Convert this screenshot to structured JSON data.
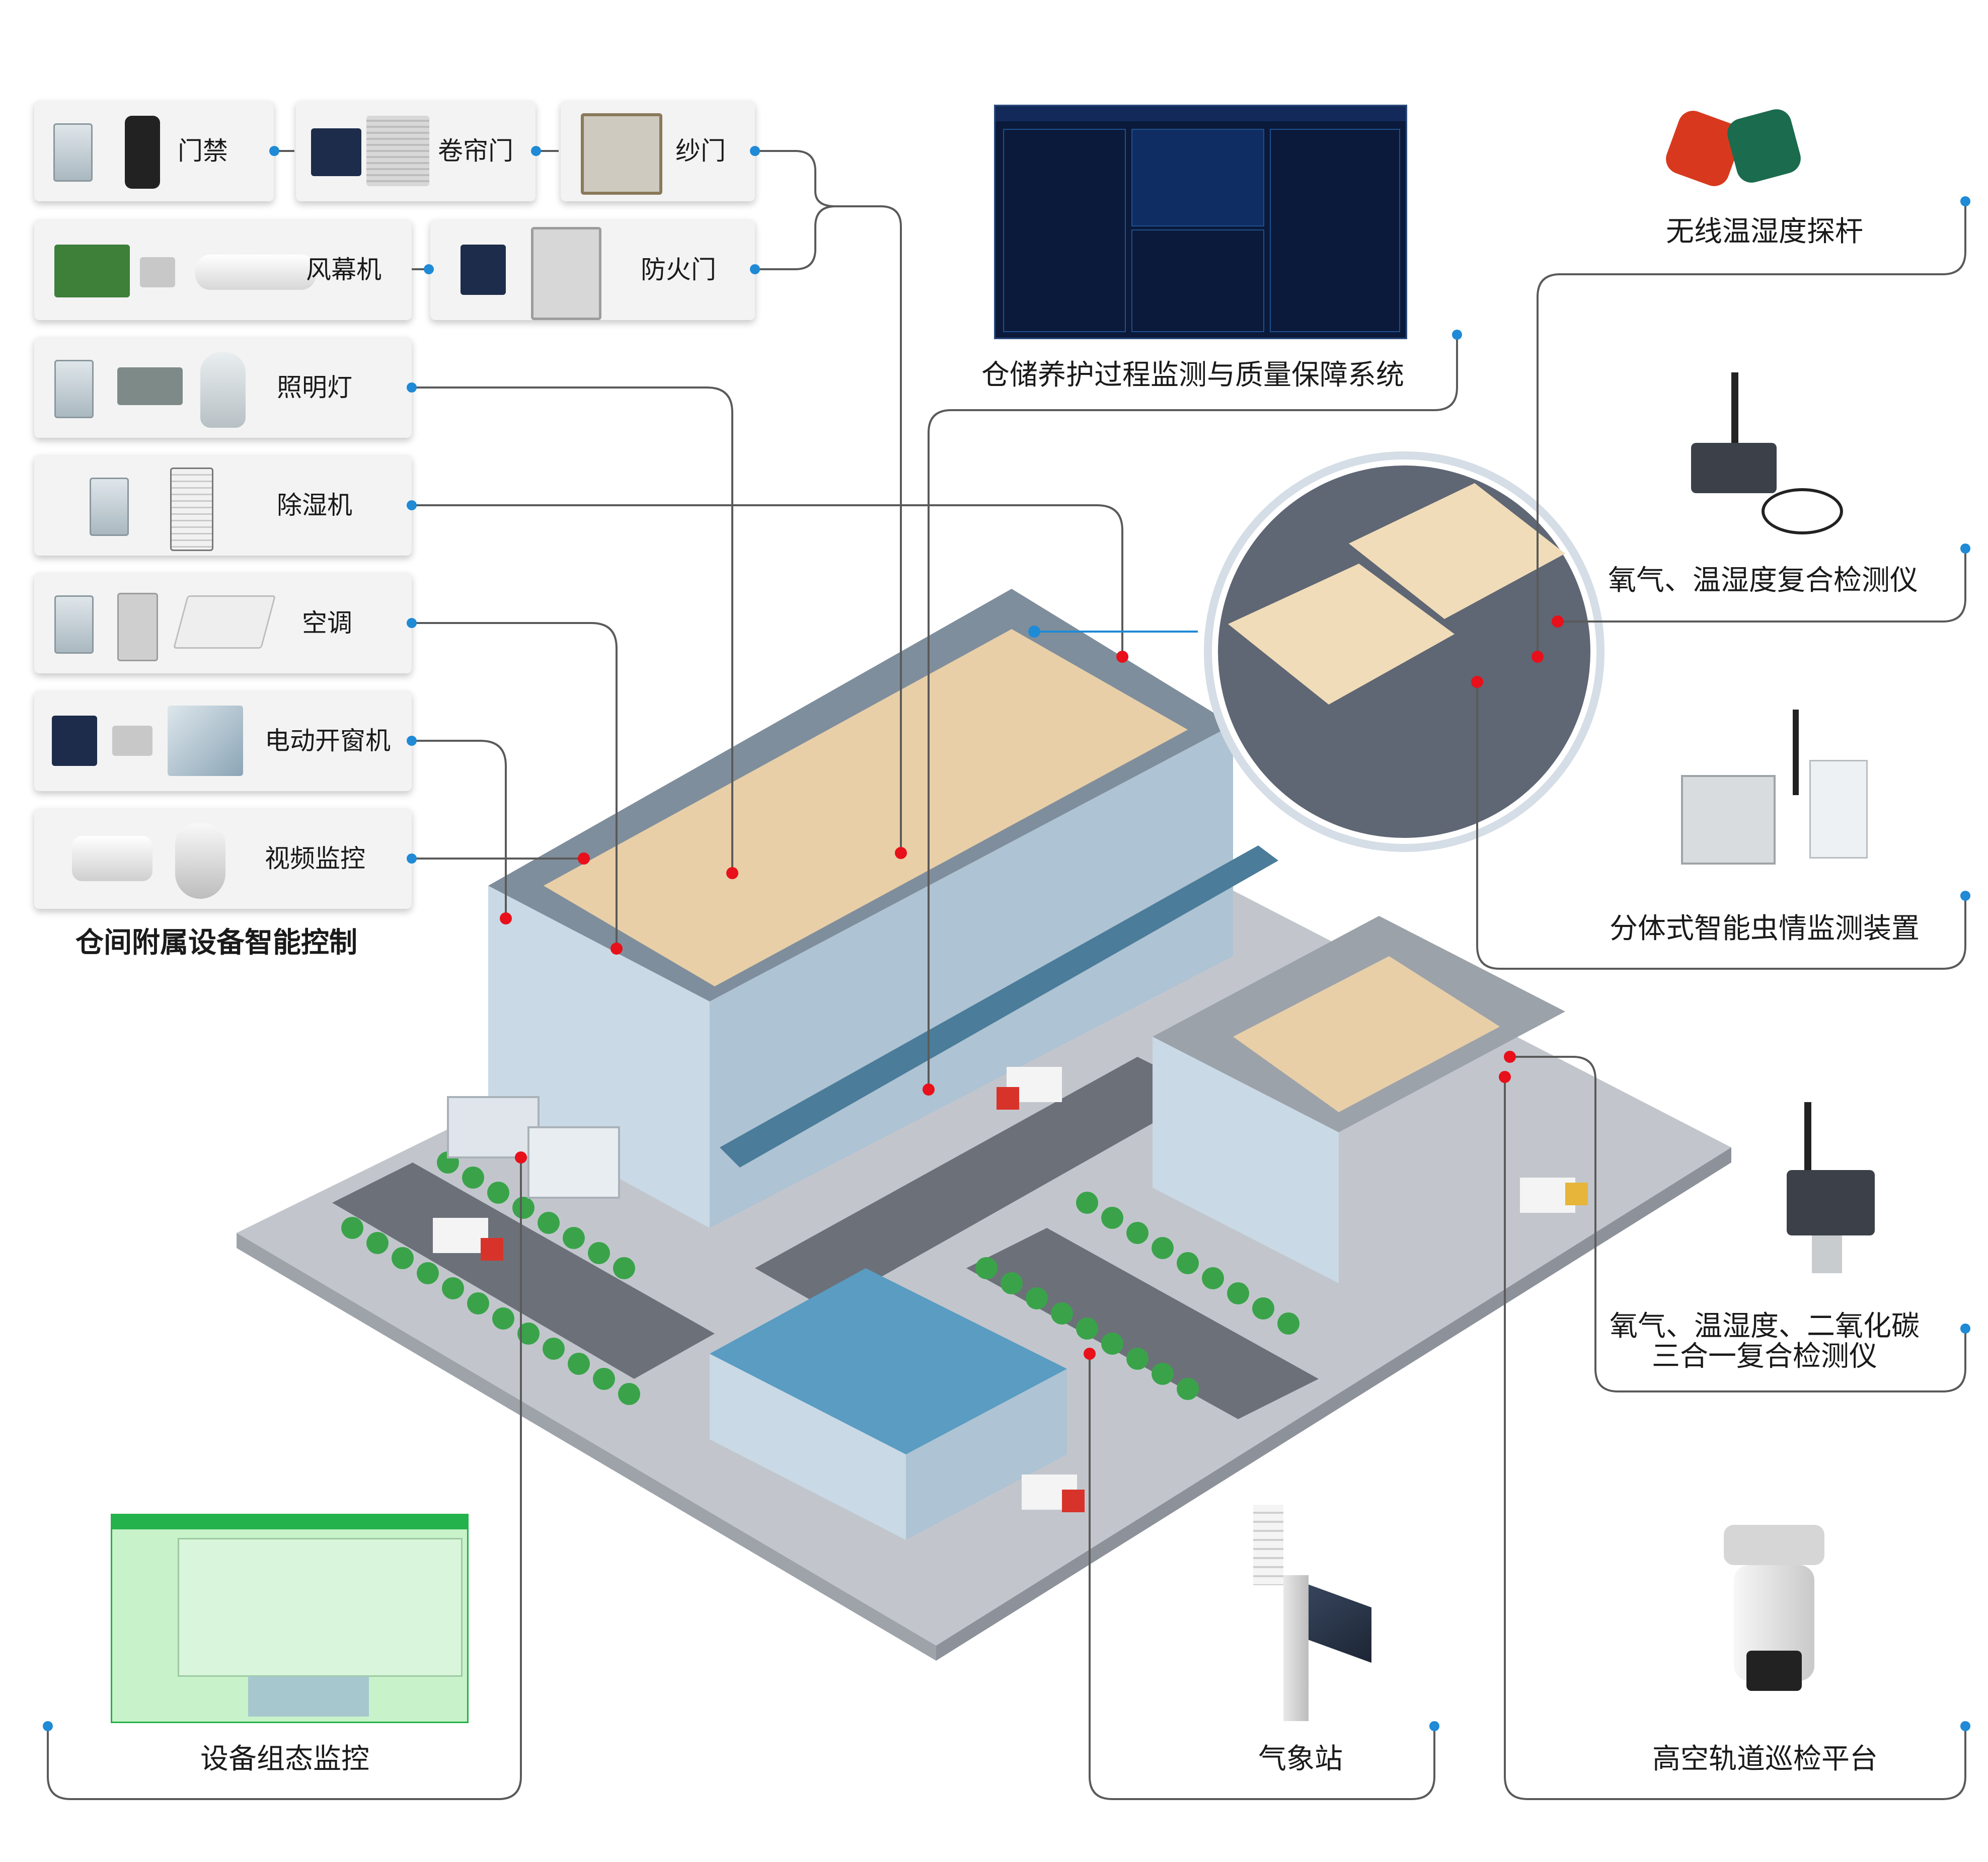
{
  "devices": {
    "men_jin": "门禁",
    "juan_lian_men": "卷帘门",
    "sha_men": "纱门",
    "feng_mu_ji": "风幕机",
    "fang_huo_men": "防火门",
    "zhao_ming_deng": "照明灯",
    "chu_shi_ji": "除湿机",
    "kong_tiao": "空调",
    "dian_dong_kai_chuang_ji": "电动开窗机",
    "shi_pin_jian_kong": "视频监控"
  },
  "captions": {
    "ancillary_control": "仓间附属设备智能控制",
    "monitoring_system": "仓储养护过程监测与质量保障系统",
    "wireless_probe": "无线温湿度探杆",
    "oxygen_temp_detector": "氧气、温湿度复合检测仪",
    "insect_monitor": "分体式智能虫情监测装置",
    "three_in_one_line1": "氧气、温湿度、二氧化碳",
    "three_in_one_line2": "三合一复合检测仪",
    "config_monitor": "设备组态监控",
    "weather_station": "气象站",
    "track_patrol": "高空轨道巡检平台"
  },
  "colors": {
    "connector": "#5a5a5a",
    "marker_red": "#e8101a",
    "marker_blue": "#1f8ad6",
    "dashboard_bg": "#0b1a3a",
    "scada_green": "#23b24b"
  }
}
